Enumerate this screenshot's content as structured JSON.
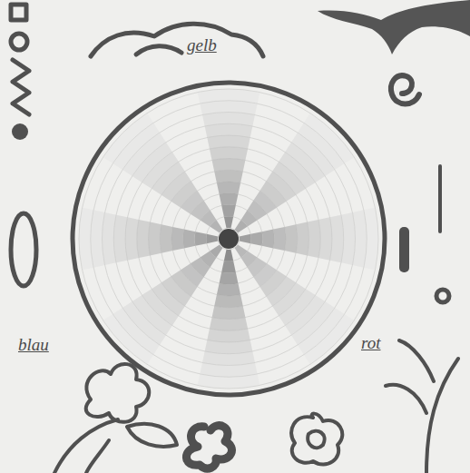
{
  "diagram": {
    "labels": [
      "gelb",
      "rot",
      "blau"
    ]
  }
}
